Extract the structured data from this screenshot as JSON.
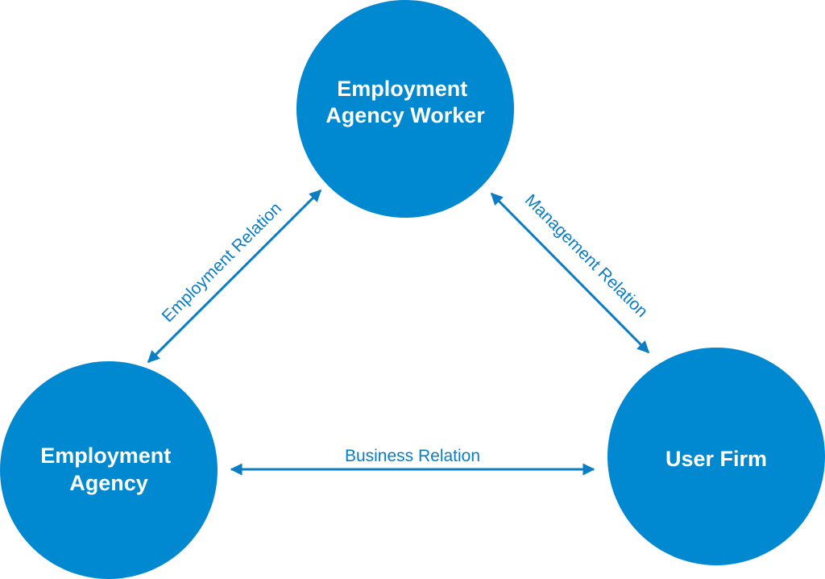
{
  "colors": {
    "node_fill": "#0088d1",
    "node_text": "#ffffff",
    "edge": "#0a7dc4",
    "edge_text": "#0a7dc4"
  },
  "nodes": {
    "worker": {
      "line1": "Employment",
      "line2": "Agency Worker"
    },
    "agency": {
      "line1": "Employment",
      "line2": "Agency"
    },
    "firm": {
      "label": "User Firm"
    }
  },
  "edges": {
    "employment": {
      "label": "Employment Relation",
      "arrows": "both"
    },
    "management": {
      "label": "Management Relation",
      "arrows": "both"
    },
    "business": {
      "label": "Business Relation",
      "arrows": "both"
    }
  }
}
